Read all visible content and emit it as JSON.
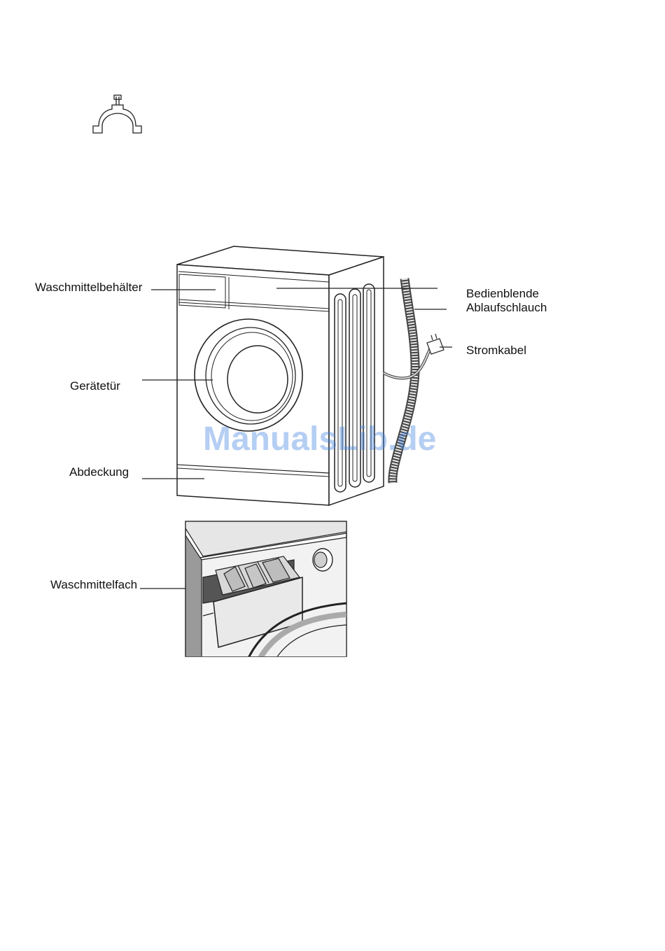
{
  "labels": {
    "detergent_container": "Waschmittelbehälter",
    "control_panel": "Bedienblende",
    "drain_hose": "Ablaufschlauch",
    "power_cable": "Stromkabel",
    "door": "Gerätetür",
    "cover": "Abdeckung",
    "detergent_drawer": "Waschmittelfach"
  },
  "watermark": "ManualsLib.de",
  "icons": {
    "hose_bracket": "u-shaped-hose-bracket-icon"
  }
}
